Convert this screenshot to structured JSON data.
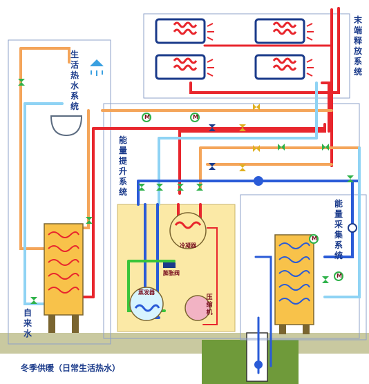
{
  "labels": {
    "terminal": "末端释放系统",
    "domestic_hot_water": "生活热水系统",
    "energy_upgrade": "能量提升系统",
    "energy_collection": "能量采集系统",
    "tap_water": "自来水",
    "condenser": "冷凝器",
    "expansion_valve": "膨胀阀",
    "evaporator": "蒸发器",
    "compressor": "压缩机",
    "caption": "冬季供暖（日常生活热水）"
  },
  "motor_symbol": "M",
  "colors": {
    "hot": "#e8262d",
    "warm": "#f4a55a",
    "cold": "#8fd3f4",
    "cool_blue": "#2a5bd7",
    "green": "#39c43a",
    "box": "#fbe9a6",
    "ground": "#c9c9a0",
    "valve": "#2fb24a"
  }
}
